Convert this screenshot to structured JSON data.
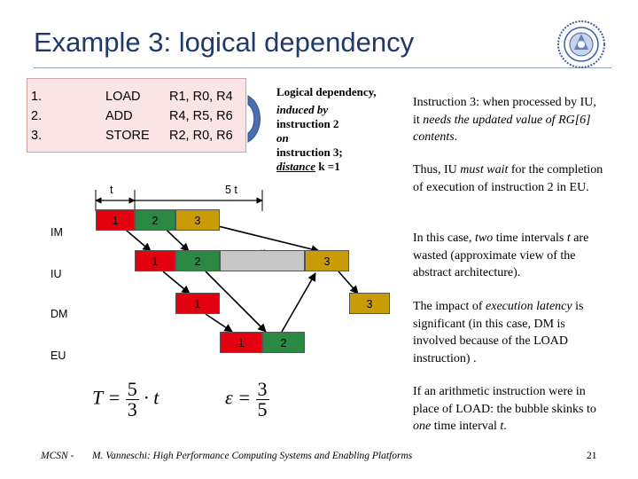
{
  "title": "Example 3: logical dependency",
  "program": [
    {
      "num": "1.",
      "op": "LOAD",
      "args": "R1, R0, R4"
    },
    {
      "num": "2.",
      "op": "ADD",
      "args": "R4, R5, R6"
    },
    {
      "num": "3.",
      "op": "STORE",
      "args": "R2, R0, R6"
    }
  ],
  "dependency_note": {
    "line1": "Logical dependency,",
    "line2": "induced  by",
    "line3": "instruction 2",
    "line4": "on",
    "line5": "instruction 3;",
    "line6a": "distance",
    "line6b": " k =1"
  },
  "timing": {
    "t_label": "t",
    "five_t_label": "5 t",
    "lanes": {
      "im": "IM",
      "iu": "IU",
      "dm": "DM",
      "eu": "EU"
    },
    "cells": {
      "im1": "1",
      "im2": "2",
      "im3": "3",
      "iu1": "1",
      "iu2": "2",
      "iu3": "3",
      "dm1": "1",
      "dm3": "3",
      "eu1": "1",
      "eu2": "2"
    }
  },
  "equations": {
    "T_lhs": "T =",
    "T_num": "5",
    "T_den": "3",
    "T_rhs": "· t",
    "eps_lhs": "ε =",
    "eps_num": "3",
    "eps_den": "5"
  },
  "right_text": {
    "p1": {
      "a": "Instruction 3: when processed by IU, it ",
      "b": "needs the updated value of RG[6] contents",
      "c": "."
    },
    "p2": {
      "a": "Thus, IU ",
      "b": "must wait",
      "c": " for the completion of execution of instruction 2 in EU."
    },
    "p3": {
      "a": "In this case, ",
      "b": "two",
      "c": " time intervals ",
      "d": "t",
      "e": " are wasted (approximate view of the abstract architecture)."
    },
    "p4": {
      "a": "The impact of  ",
      "b": "execution latency",
      "c": " is significant (in this case, DM is involved because of the LOAD instruction) ."
    },
    "p5": {
      "a": "If an arithmetic instruction were in place of LOAD: the bubble skinks to ",
      "b": "one",
      "c": " time interval ",
      "d": "t",
      "e": "."
    }
  },
  "footer": {
    "left": "MCSN  -",
    "center": "M. Vanneschi: High Performance Computing Systems and Enabling Platforms",
    "page": "21"
  },
  "colors": {
    "red": "#e3000f",
    "green": "#2a8a44",
    "gold": "#c89b07",
    "grey": "#c7c7c7",
    "title": "#1f3a6a"
  }
}
